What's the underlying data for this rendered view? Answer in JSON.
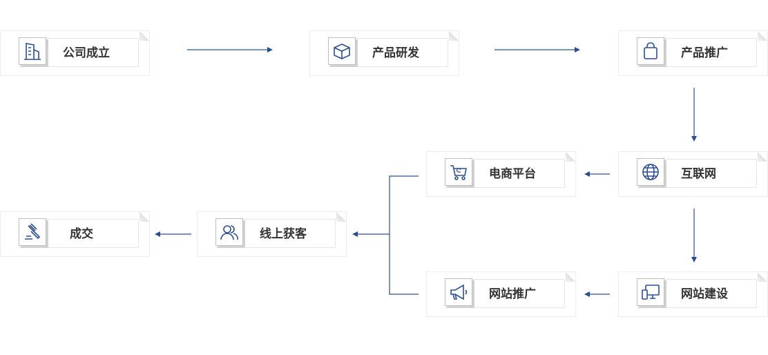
{
  "diagram": {
    "nodes": [
      {
        "id": "company",
        "label": "公司成立",
        "icon": "building-icon"
      },
      {
        "id": "rnd",
        "label": "产品研发",
        "icon": "box-icon"
      },
      {
        "id": "promo",
        "label": "产品推广",
        "icon": "shopping-bag-icon"
      },
      {
        "id": "internet",
        "label": "互联网",
        "icon": "globe-icon"
      },
      {
        "id": "ecommerce",
        "label": "电商平台",
        "icon": "shopping-cart-icon"
      },
      {
        "id": "website",
        "label": "网站建设",
        "icon": "devices-icon"
      },
      {
        "id": "webpromo",
        "label": "网站推广",
        "icon": "megaphone-icon"
      },
      {
        "id": "online",
        "label": "线上获客",
        "icon": "users-icon"
      },
      {
        "id": "deal",
        "label": "成交",
        "icon": "gavel-icon"
      }
    ],
    "edges": [
      [
        "company",
        "rnd"
      ],
      [
        "rnd",
        "promo"
      ],
      [
        "promo",
        "internet"
      ],
      [
        "internet",
        "ecommerce"
      ],
      [
        "internet",
        "website"
      ],
      [
        "website",
        "webpromo"
      ],
      [
        "ecommerce",
        "online"
      ],
      [
        "webpromo",
        "online"
      ],
      [
        "online",
        "deal"
      ]
    ],
    "colors": {
      "icon": "#2a4d8f",
      "line": "#2a4d8f",
      "text": "#333333"
    }
  }
}
